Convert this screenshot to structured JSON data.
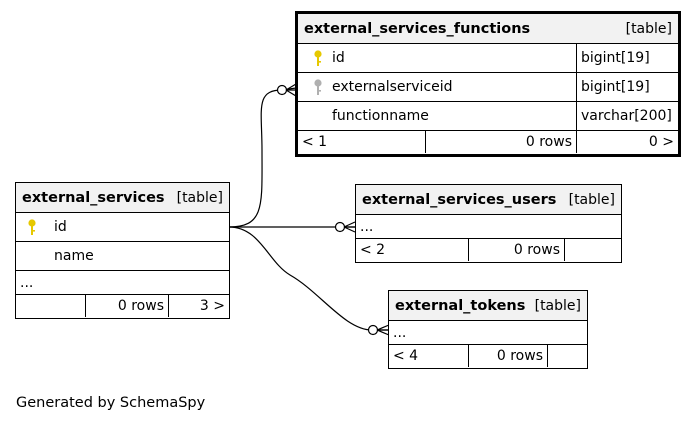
{
  "footer": {
    "generated_by": "Generated by SchemaSpy"
  },
  "tables": {
    "external_services_functions": {
      "name": "external_services_functions",
      "kind": "[table]",
      "columns": [
        {
          "name": "id",
          "type": "bigint[19]",
          "key": "primary"
        },
        {
          "name": "externalserviceid",
          "type": "bigint[19]",
          "key": "foreign"
        },
        {
          "name": "functionname",
          "type": "varchar[200]",
          "key": "none"
        }
      ],
      "footer": {
        "parents": "< 1",
        "rows": "0 rows",
        "children": "0 >"
      }
    },
    "external_services": {
      "name": "external_services",
      "kind": "[table]",
      "columns": [
        {
          "name": "id",
          "key": "primary"
        },
        {
          "name": "name",
          "key": "none"
        }
      ],
      "ellipsis": "...",
      "footer": {
        "parents": "",
        "rows": "0 rows",
        "children": "3 >"
      }
    },
    "external_services_users": {
      "name": "external_services_users",
      "kind": "[table]",
      "ellipsis": "...",
      "footer": {
        "parents": "< 2",
        "rows": "0 rows",
        "children": ""
      }
    },
    "external_tokens": {
      "name": "external_tokens",
      "kind": "[table]",
      "ellipsis": "...",
      "footer": {
        "parents": "< 4",
        "rows": "0 rows",
        "children": ""
      }
    }
  },
  "colors": {
    "primary_key": "#e6c800",
    "foreign_key": "#b0b0b0",
    "header_bg": "#f2f2f2"
  }
}
